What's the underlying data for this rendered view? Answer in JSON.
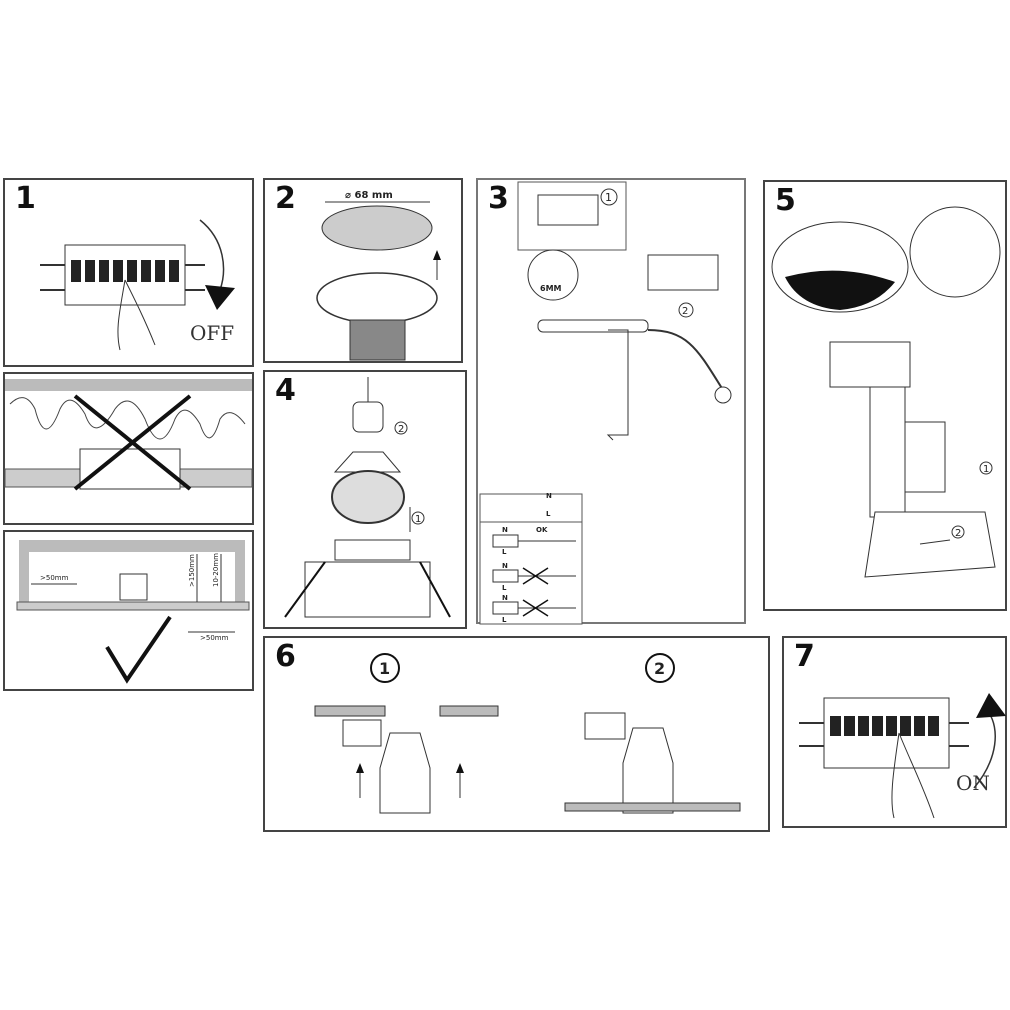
{
  "steps": {
    "s1": {
      "number": "1",
      "label": "OFF"
    },
    "s2": {
      "number": "2",
      "diameter": "68 mm",
      "diameter_symbol": "⌀"
    },
    "s3": {
      "number": "3",
      "callout1": "1",
      "callout2": "2",
      "strip_length": "6MM",
      "n": "N",
      "l": "L",
      "ok": "OK"
    },
    "s4": {
      "number": "4",
      "callout1": "1",
      "callout2": "2"
    },
    "s5": {
      "number": "5",
      "callout1": "1",
      "callout2": "2"
    },
    "s6": {
      "number": "6",
      "sub1": "1",
      "sub2": "2"
    },
    "s7": {
      "number": "7",
      "label": "ON"
    }
  },
  "clearance": {
    "side_gap": ">50mm",
    "height": ">150mm",
    "ceiling_gap": "10-20mm",
    "edge_gap": ">50mm"
  },
  "colors": {
    "line": "#333333",
    "border": "#444444"
  }
}
